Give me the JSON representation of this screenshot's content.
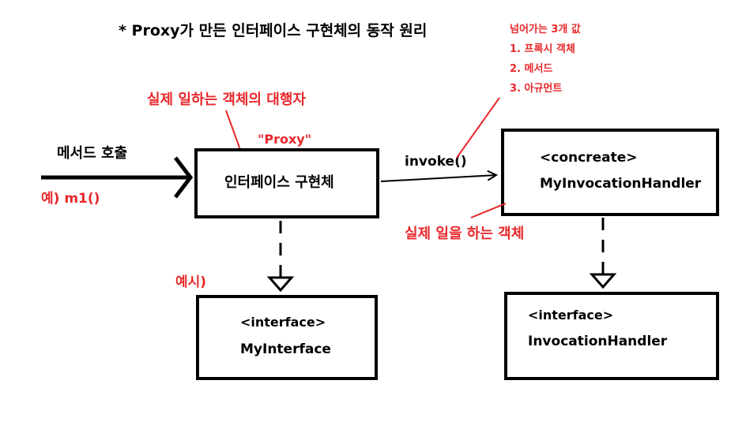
{
  "title": "* Proxy가 만든 인터페이스 구현체의 동작 원리",
  "colors": {
    "ink": "#000000",
    "annotation": "#e8282b",
    "background": "#ffffff"
  },
  "boxes": {
    "proxy_impl": {
      "label": "인터페이스 구현체"
    },
    "handler": {
      "stereotype": "<concreate>",
      "name": "MyInvocationHandler"
    },
    "my_interface": {
      "stereotype": "<interface>",
      "name": "MyInterface"
    },
    "invocation_handler": {
      "stereotype": "<interface>",
      "name": "InvocationHandler"
    }
  },
  "labels": {
    "method_call": "메서드 호출",
    "invoke": "invoke()"
  },
  "annotations": {
    "proxy_role": "실제 일하는 객체의 대행자",
    "proxy_quote": "\"Proxy\"",
    "example_call": "예) m1()",
    "example": "예시)",
    "real_worker": "실제 일을 하는 객체",
    "passed_title": "넘어가는 3개 값",
    "passed_values": [
      "1. 프록시 객체",
      "2. 메서드",
      "3. 아규먼트"
    ]
  }
}
